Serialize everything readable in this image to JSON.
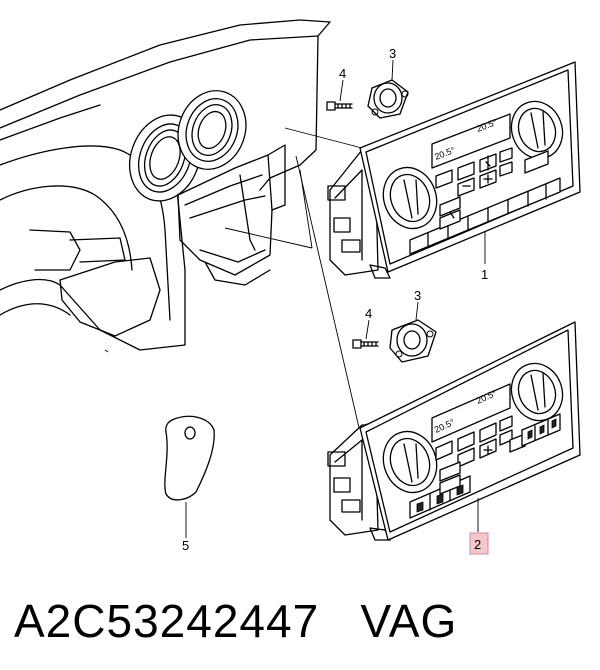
{
  "callouts": {
    "c1": "1",
    "c2": "2",
    "c3a": "3",
    "c3b": "3",
    "c4a": "4",
    "c4b": "4",
    "c5": "5"
  },
  "display": {
    "upper_left_temp": "20.5°",
    "upper_right_temp": "20.5°",
    "lower_left_temp": "20.5°",
    "lower_right_temp": "20.5°"
  },
  "part_number": "A2C53242447",
  "brand": "VAG",
  "colors": {
    "line": "#000000",
    "highlight_box": "#f4c7cc",
    "highlight_border": "#d98a94"
  }
}
